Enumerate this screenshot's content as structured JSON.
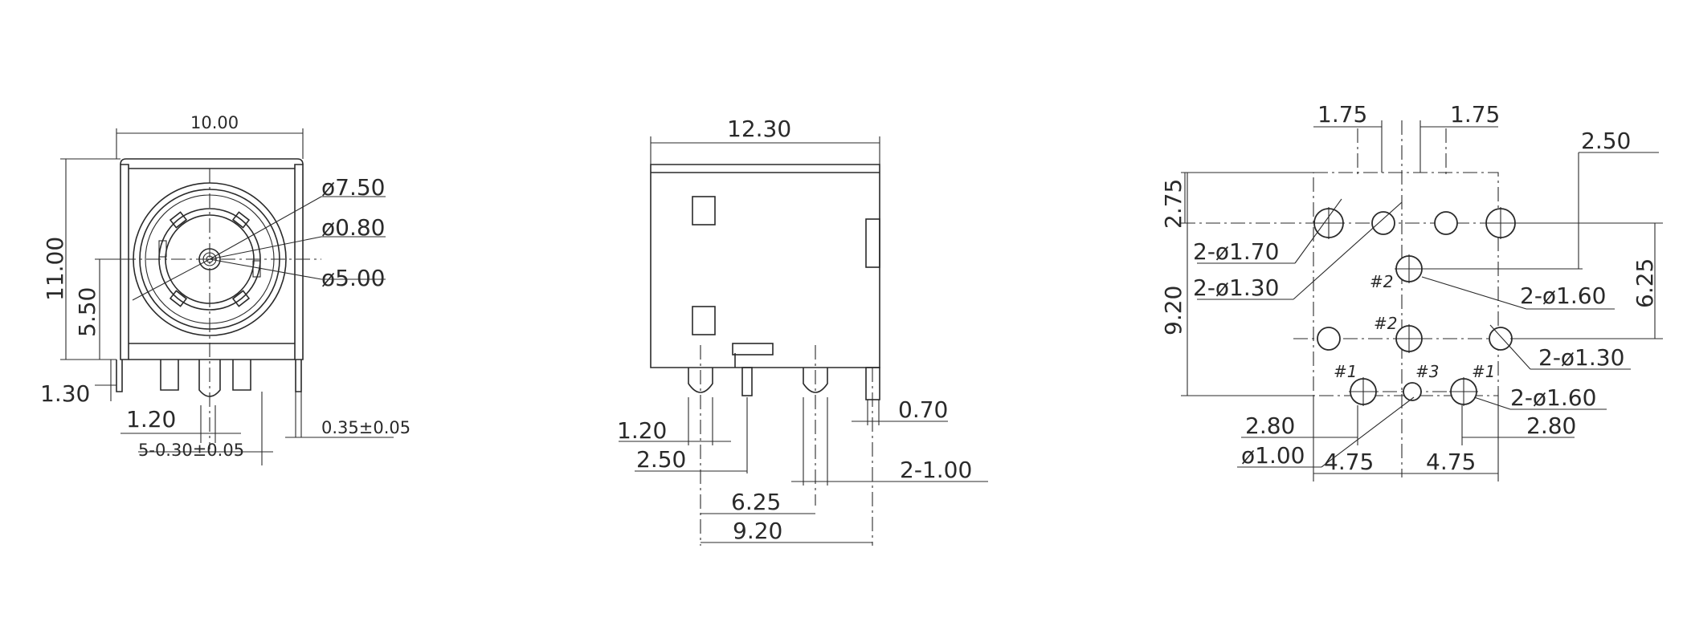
{
  "front_view": {
    "width": "10.00",
    "height": "11.00",
    "center_height": "5.50",
    "pin_length": "1.30",
    "pin_pitch": "1.20",
    "pin_width": "5-0.30±0.05",
    "tab_thickness": "0.35±0.05",
    "outer_diameter": "ø7.50",
    "pin_diameter": "ø0.80",
    "inner_diameter": "ø5.00"
  },
  "side_view": {
    "depth": "12.30",
    "pin_a": "1.20",
    "pin_b": "2.50",
    "tab_width": "0.70",
    "tab_pins": "2-1.00",
    "pitch_a": "6.25",
    "pitch_b": "9.20"
  },
  "footprint": {
    "spacing_left": "1.75",
    "spacing_right": "1.75",
    "offset_top_right": "2.50",
    "offset_top_left": "2.75",
    "height_left": "9.20",
    "height_right": "6.25",
    "hole_a": "2-ø1.70",
    "hole_b": "2-ø1.30",
    "hole_c": "2-ø1.60",
    "hole_d": "2-ø1.30",
    "hole_e": "2-ø1.60",
    "hole_f": "ø1.00",
    "bottom_left_offset": "2.80",
    "bottom_right_offset": "2.80",
    "bottom_left_pitch": "4.75",
    "bottom_right_pitch": "4.75",
    "pin_1a": "#1",
    "pin_1b": "#1",
    "pin_2a": "#2",
    "pin_2b": "#2",
    "pin_3": "#3"
  }
}
